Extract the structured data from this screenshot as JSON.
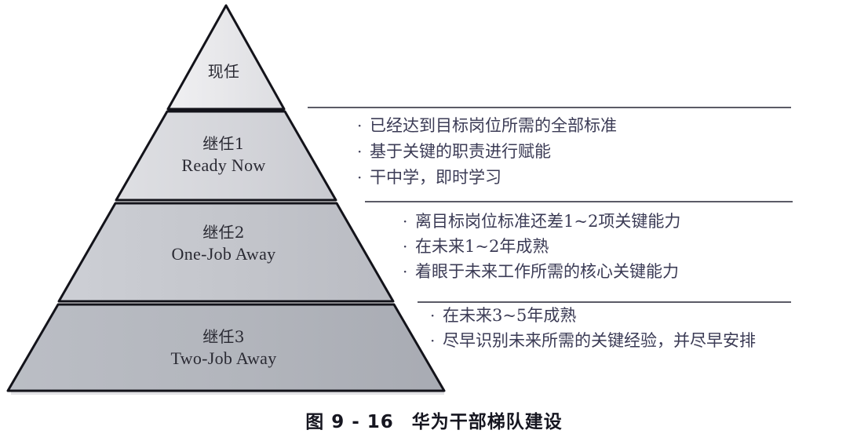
{
  "figure": {
    "caption_number": "图 9 - 16",
    "caption_title": "华为干部梯队建设"
  },
  "pyramid": {
    "tiers": [
      {
        "id": "current",
        "cn": "现任",
        "en": "",
        "fill": "#e8e8ea"
      },
      {
        "id": "successor-1",
        "cn": "继任1",
        "en": "Ready Now",
        "fill": "#d5d6da"
      },
      {
        "id": "successor-2",
        "cn": "继任2",
        "en": "One-Job Away",
        "fill": "#c3c5cb"
      },
      {
        "id": "successor-3",
        "cn": "继任3",
        "en": "Two-Job Away",
        "fill": "#b3b6bd"
      }
    ],
    "outline_color": "#13131a"
  },
  "detail_blocks": [
    {
      "id": "ready-now-details",
      "bullets": [
        "已经达到目标岗位所需的全部标准",
        "基于关键的职责进行赋能",
        "干中学，即时学习"
      ]
    },
    {
      "id": "one-job-away-details",
      "bullets": [
        "离目标岗位标准还差1~2项关键能力",
        "在未来1~2年成熟",
        "着眼于未来工作所需的核心关键能力"
      ]
    },
    {
      "id": "two-job-away-details",
      "bullets": [
        "在未来3~5年成熟",
        "尽早识别未来所需的关键经验，并尽早安排"
      ]
    }
  ],
  "bullet_glyph": "·"
}
